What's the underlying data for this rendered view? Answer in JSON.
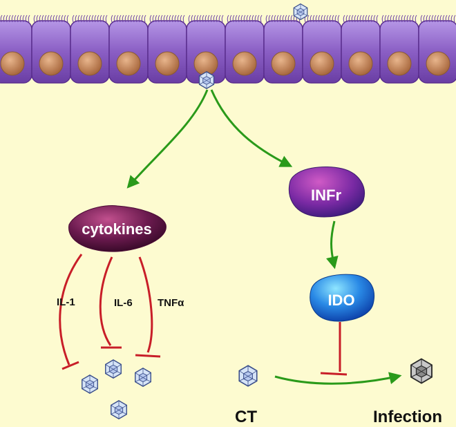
{
  "nodes": {
    "cytokines": "cytokines",
    "infr": "INFr",
    "ido": "IDO"
  },
  "inhibitions": {
    "il1": "IL-1",
    "il6": "IL-6",
    "tnf": "TNFα"
  },
  "bottom": {
    "ct": "CT",
    "infection": "Infection"
  },
  "colors": {
    "background": "#fdfbd0",
    "cell": "#8a5ec4",
    "nucleus": "#c8895a",
    "activation_arrow": "#2a9a1a",
    "inhibition_line": "#c81e28",
    "cytokines_node": "#6a1a4e",
    "infr_node": "#6a2a9a",
    "ido_node": "#1a6ad4"
  },
  "icons": {
    "particle": "virus-particle-icon"
  }
}
